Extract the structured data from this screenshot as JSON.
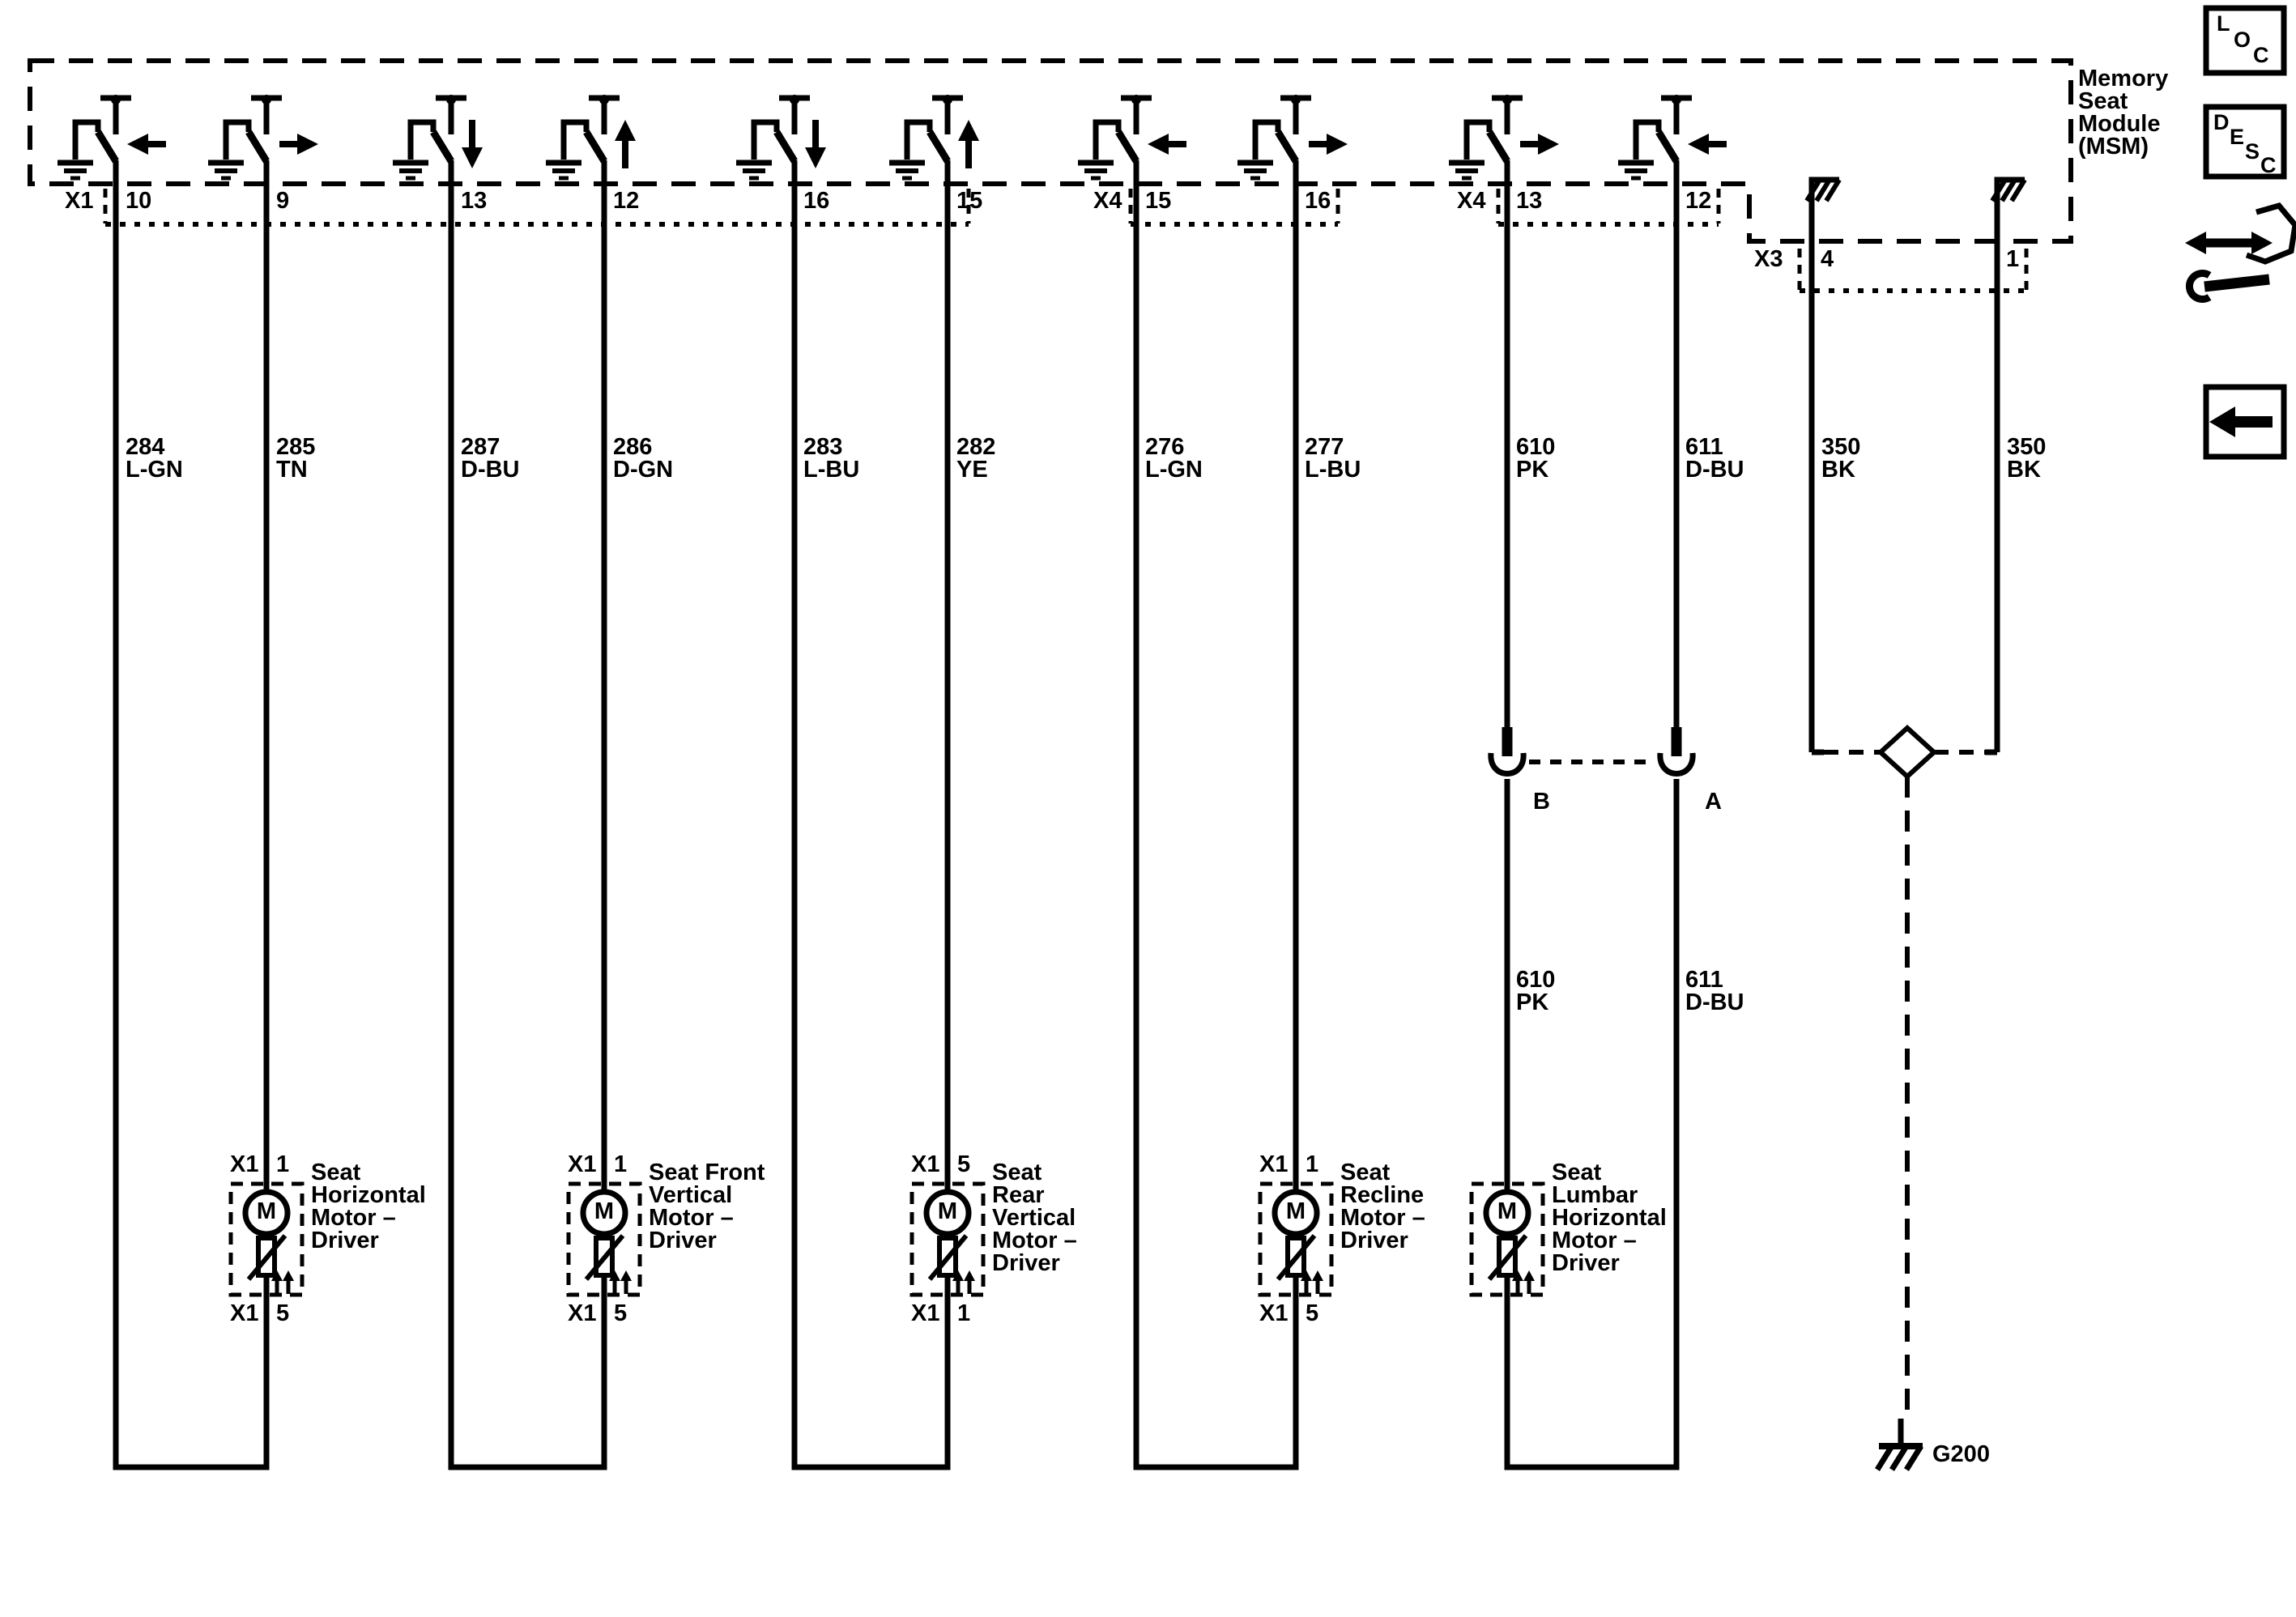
{
  "module": {
    "title": "Memory\nSeat\nModule\n(MSM)"
  },
  "header_pins": {
    "x1_label": "X1",
    "x1_pins": {
      "p10": "10",
      "p9": "9",
      "p13": "13",
      "p12": "12",
      "p16": "16",
      "p15": "15"
    },
    "x4a_label": "X4",
    "x4a_pins": {
      "p15": "15",
      "p16": "16"
    },
    "x4b_label": "X4",
    "x4b_pins": {
      "p13": "13",
      "p12": "12"
    },
    "x3_label": "X3",
    "x3_pins": {
      "p4": "4",
      "p1": "1"
    }
  },
  "switch_arrows": [
    "left",
    "right",
    "down",
    "up",
    "down",
    "up",
    "left",
    "right",
    "right",
    "left"
  ],
  "wires": [
    {
      "circuit": "284",
      "color_code": "L-GN"
    },
    {
      "circuit": "285",
      "color_code": "TN"
    },
    {
      "circuit": "287",
      "color_code": "D-BU"
    },
    {
      "circuit": "286",
      "color_code": "D-GN"
    },
    {
      "circuit": "283",
      "color_code": "L-BU"
    },
    {
      "circuit": "282",
      "color_code": "YE"
    },
    {
      "circuit": "276",
      "color_code": "L-GN"
    },
    {
      "circuit": "277",
      "color_code": "L-BU"
    },
    {
      "circuit": "610",
      "color_code": "PK"
    },
    {
      "circuit": "611",
      "color_code": "D-BU"
    },
    {
      "circuit": "350",
      "color_code": "BK"
    },
    {
      "circuit": "350",
      "color_code": "BK"
    }
  ],
  "wires_mid": [
    {
      "circuit": "610",
      "color_code": "PK"
    },
    {
      "circuit": "611",
      "color_code": "D-BU"
    }
  ],
  "inline_connector": {
    "left_label": "B",
    "right_label": "A"
  },
  "motors": [
    {
      "symbol": "M",
      "name": "Seat\nHorizontal\nMotor –\nDriver",
      "top_conn": "X1",
      "top_pin": "1",
      "bottom_conn": "X1",
      "bottom_pin": "5"
    },
    {
      "symbol": "M",
      "name": "Seat Front\nVertical\nMotor –\nDriver",
      "top_conn": "X1",
      "top_pin": "1",
      "bottom_conn": "X1",
      "bottom_pin": "5"
    },
    {
      "symbol": "M",
      "name": "Seat\nRear\nVertical\nMotor –\nDriver",
      "top_conn": "X1",
      "top_pin": "5",
      "bottom_conn": "X1",
      "bottom_pin": "1"
    },
    {
      "symbol": "M",
      "name": "Seat\nRecline\nMotor –\nDriver",
      "top_conn": "X1",
      "top_pin": "1",
      "bottom_conn": "X1",
      "bottom_pin": "5"
    },
    {
      "symbol": "M",
      "name": "Seat\nLumbar\nHorizontal\nMotor –\nDriver"
    }
  ],
  "grounds": {
    "splice_ground_label": "G200"
  },
  "icons": {
    "loc_letters": [
      "L",
      "O",
      "C"
    ],
    "desc_letters": [
      "D",
      "E",
      "S",
      "C"
    ],
    "connector_tool_icon": "double-arrow-with-wrench",
    "back_icon": "left-arrow"
  },
  "colors": {
    "ink": "#000000",
    "paper": "#ffffff"
  }
}
